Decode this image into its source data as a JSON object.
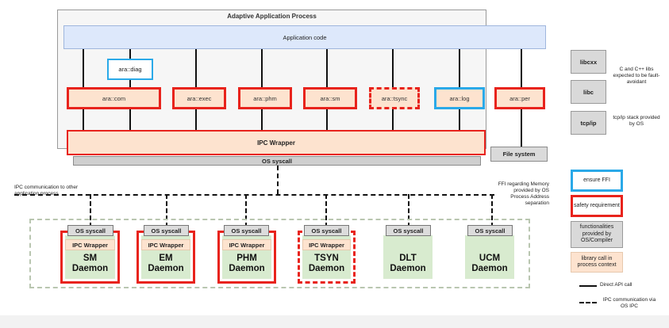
{
  "process": {
    "title": "Adaptive Application Process",
    "app_code": "Application code",
    "ipc_wrapper": "IPC Wrapper",
    "os_syscall": "OS syscall",
    "file_system": "File system"
  },
  "modules": {
    "diag": "ara::diag",
    "com": "ara::com",
    "exec": "ara::exec",
    "phm": "ara::phm",
    "sm": "ara::sm",
    "tsync": "ara::tsync",
    "log": "ara::log",
    "per": "ara::per"
  },
  "libs": {
    "libcxx": "libcxx",
    "libc": "libc",
    "tcpip": "tcp/ip",
    "libs_note": "C and C++ libs expected to be fault-avoidant",
    "tcpip_note": "tcp/ip stack provided by OS"
  },
  "notes": {
    "ipc_to_other": "IPC communication to other application process",
    "ffi_note": "FFI regarding Memory provided by OS Process Address separation"
  },
  "daemons": [
    {
      "sys": "OS syscall",
      "ipc": "IPC Wrapper",
      "name1": "SM",
      "name2": "Daemon"
    },
    {
      "sys": "OS syscall",
      "ipc": "IPC Wrapper",
      "name1": "EM",
      "name2": "Daemon"
    },
    {
      "sys": "OS syscall",
      "ipc": "IPC Wrapper",
      "name1": "PHM",
      "name2": "Daemon"
    },
    {
      "sys": "OS syscall",
      "ipc": "IPC Wrapper",
      "name1": "TSYN",
      "name2": "Daemon"
    },
    {
      "sys": "OS syscall",
      "name1": "DLT",
      "name2": "Daemon"
    },
    {
      "sys": "OS syscall",
      "name1": "UCM",
      "name2": "Daemon"
    }
  ],
  "legend": {
    "ensure_ffi": "ensure FFI",
    "safety": "safety requirement",
    "functionalities": "functionalities provided by OS/Compiler",
    "library_call": "library call in process context",
    "direct_api": "Direct API call",
    "ipc_comm": "IPC communication via OS IPC"
  },
  "colors": {
    "safety_red": "#e8231c",
    "ffi_blue": "#2aa9e8",
    "module_fill": "#fde3cf",
    "app_code_fill": "#dde8fb",
    "daemon_fill": "#d8ebcf"
  }
}
